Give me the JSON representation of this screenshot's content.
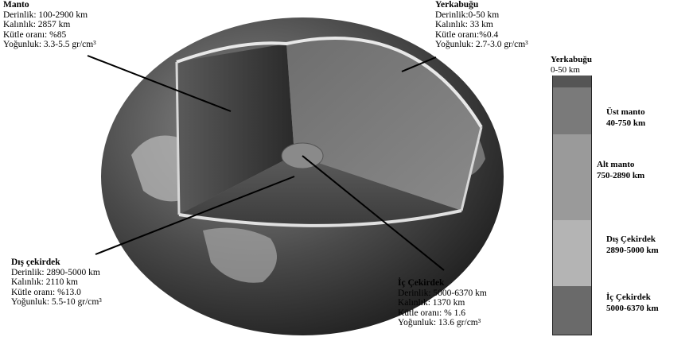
{
  "globe_labels": {
    "manto": {
      "title": "Manto",
      "lines": [
        "Derinlik: 100-2900 km",
        "Kalınlık: 2857 km",
        "Kütle oranı: %85",
        "Yoğunluk: 3.3-5.5 gr/cm³"
      ]
    },
    "yerkabugu": {
      "title": "Yerkabuğu",
      "lines": [
        "Derinlik:0-50 km",
        "Kalınlık: 33 km",
        "Kütle oranı:%0.4",
        "Yoğunluk: 2.7-3.0 gr/cm³"
      ]
    },
    "dis_cekirdek": {
      "title": "Dış çekirdek",
      "lines": [
        "Derinlik: 2890-5000 km",
        "Kalınlık: 2110 km",
        "Kütle oranı: %13.0",
        "Yoğunluk: 5.5-10 gr/cm³"
      ]
    },
    "ic_cekirdek": {
      "title": "İç Çekirdek",
      "lines": [
        "Derinlik: 5000-6370 km",
        "Kalınlık: 1370 km",
        "Kütle oranı: % 1.6",
        "Yoğunluk: 13.6 gr/cm³"
      ]
    }
  },
  "column": {
    "top_title": "Yerkabuğu",
    "top_range": "0-50 km",
    "layers": [
      {
        "name": "",
        "range": "",
        "color": "#555555"
      },
      {
        "name": "Üst manto",
        "range": "40-750 km",
        "color": "#7a7a7a"
      },
      {
        "name": "Alt manto",
        "range": "750-2890 km",
        "color": "#9a9a9a"
      },
      {
        "name": "Dış Çekirdek",
        "range": "2890-5000 km",
        "color": "#b4b4b4"
      },
      {
        "name": "İç Çekirdek",
        "range": "5000-6370 km",
        "color": "#6a6a6a"
      }
    ]
  }
}
